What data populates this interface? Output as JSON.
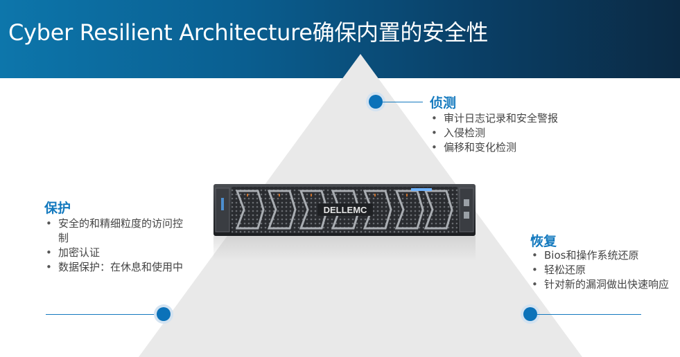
{
  "slide": {
    "title": "Cyber Resilient Architecture确保内置的安全性"
  },
  "detect": {
    "title": "侦测",
    "items": [
      "审计日志记录和安全警报",
      "入侵检测",
      "偏移和变化检测"
    ]
  },
  "protect": {
    "title": "保护",
    "items": [
      "安全的和精细粒度的访问控制",
      "加密认证",
      "数据保护：在休息和使用中"
    ]
  },
  "recover": {
    "title": "恢复",
    "items": [
      "Bios和操作系统还原",
      "轻松还原",
      "针对新的漏洞做出快速响应"
    ]
  },
  "server": {
    "brand": "DELLEMC"
  },
  "colors": {
    "header_start": "#0d76ab",
    "header_end": "#0b2a44",
    "accent": "#1379be",
    "pyramid": "#e9e9e9"
  }
}
